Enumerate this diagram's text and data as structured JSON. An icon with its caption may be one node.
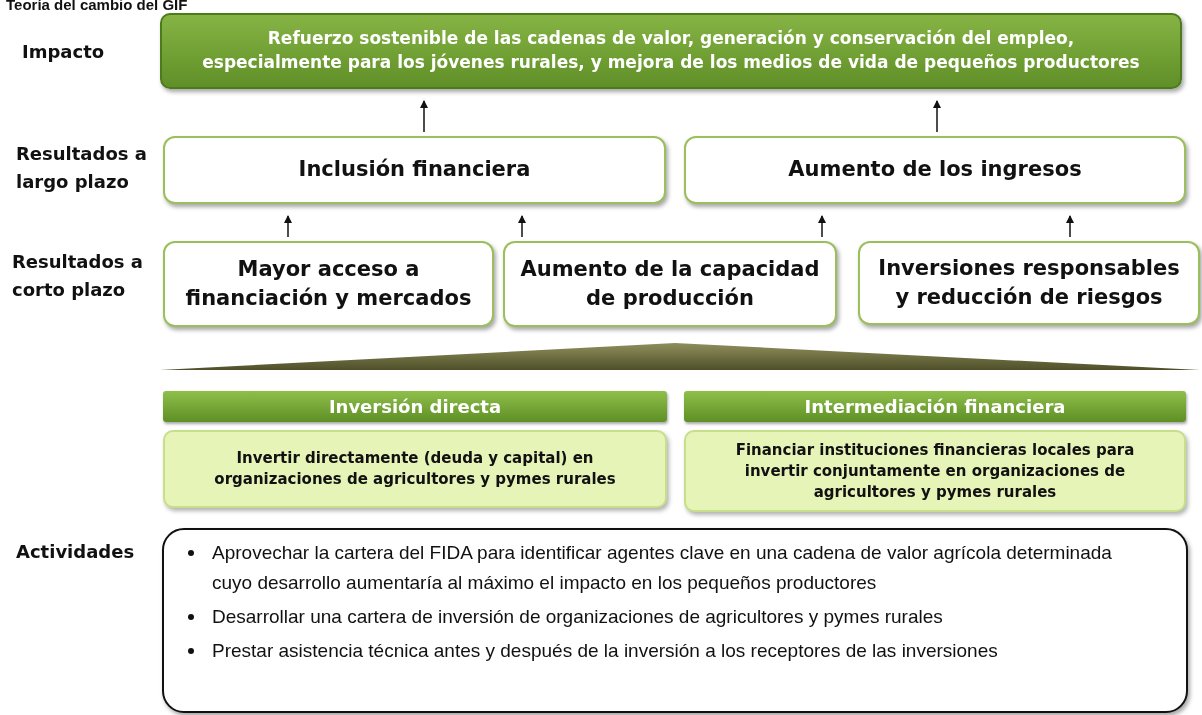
{
  "diagram": {
    "title": "Teoría del cambio del GIF",
    "nodes": [
      {
        "text": [
          "Refuerzo sostenible de las cadenas de valor, generación y conservación del empleo, especialmente para los jóvenes rurales, y mejora de los medios de vida de pequeños productores"
        ]
      },
      {
        "text": [
          "Inclusión financiera"
        ]
      },
      {
        "text": [
          "Aumento de los ingresos"
        ]
      },
      {
        "text": [
          "Mayor acceso a financiación y mercados"
        ]
      },
      {
        "text": [
          "Aumento de la capacidad de producción"
        ]
      },
      {
        "text": [
          "Inversiones responsables y reducción de riesgos"
        ]
      },
      {
        "text": [
          "Inversión directa"
        ]
      },
      {
        "text": [
          "Invertir directamente (deuda y capital) en organizaciones de agricultores y pymes rurales"
        ]
      },
      {
        "text": [
          "Intermediación financiera"
        ]
      },
      {
        "text": [
          "Financiar instituciones financieras locales para invertir conjuntamente en organizaciones de agricultores y pymes rurales"
        ]
      },
      {
        "text": [
          "Aprovechar la cartera del FIDA para identificar agentes clave en una cadena de valor agrícola determinada cuyo desarrollo aumentaría al máximo el impacto en los pequeños productores",
          "Desarrollar una cartera de inversión de organizaciones de agricultores y pymes rurales",
          "Prestar asistencia técnica antes y después de la inversión a los receptores de las inversiones"
        ]
      }
    ],
    "edges": [
      {
        "from": 1,
        "to": 0,
        "arrow": "to"
      },
      {
        "from": 2,
        "to": 0,
        "arrow": "to"
      },
      {
        "from": 3,
        "to": 1,
        "arrow": "to"
      },
      {
        "from": 4,
        "to": 1,
        "arrow": "to"
      },
      {
        "from": 4,
        "to": 2,
        "arrow": "to"
      },
      {
        "from": 5,
        "to": 2,
        "arrow": "to"
      }
    ],
    "labels": [
      "Impacto",
      "Resultados a largo plazo",
      "Resultados a corto plazo",
      "Actividades"
    ]
  }
}
